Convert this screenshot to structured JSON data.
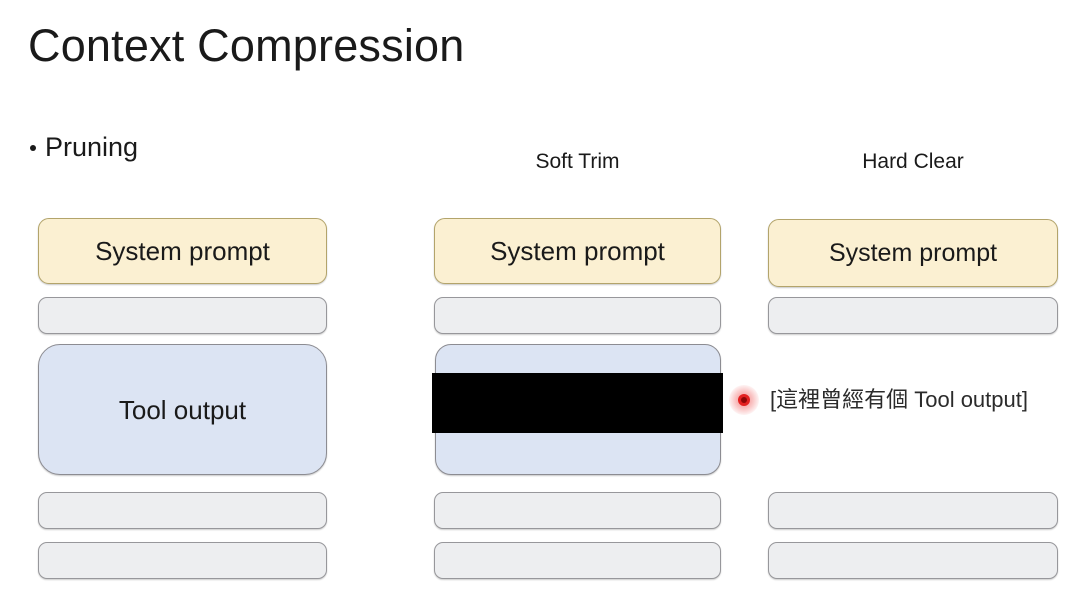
{
  "slide": {
    "title": "Context Compression",
    "bullet": "Pruning"
  },
  "columns": [
    {
      "id": "pruning",
      "heading": "",
      "rows": [
        {
          "kind": "system-prompt",
          "label": "System prompt"
        },
        {
          "kind": "placeholder",
          "label": ""
        },
        {
          "kind": "tool-output",
          "label": "Tool output"
        },
        {
          "kind": "placeholder",
          "label": ""
        },
        {
          "kind": "placeholder",
          "label": ""
        }
      ]
    },
    {
      "id": "soft-trim",
      "heading": "Soft Trim",
      "rows": [
        {
          "kind": "system-prompt",
          "label": "System prompt"
        },
        {
          "kind": "placeholder",
          "label": ""
        },
        {
          "kind": "tool-output-redacted",
          "label": ""
        },
        {
          "kind": "placeholder",
          "label": ""
        },
        {
          "kind": "placeholder",
          "label": ""
        }
      ]
    },
    {
      "id": "hard-clear",
      "heading": "Hard Clear",
      "rows": [
        {
          "kind": "system-prompt",
          "label": "System prompt"
        },
        {
          "kind": "placeholder",
          "label": ""
        },
        {
          "kind": "removed-note",
          "label": "[這裡曾經有個 Tool output]"
        },
        {
          "kind": "placeholder",
          "label": ""
        },
        {
          "kind": "placeholder",
          "label": ""
        }
      ]
    }
  ],
  "annotation": {
    "marker": "red-dot-marker",
    "text": "[這裡曾經有個 Tool output]"
  },
  "colors": {
    "system_prompt_fill": "#FBF0D2",
    "system_prompt_border": "#B3A46B",
    "tool_output_fill": "#DCE4F3",
    "tool_output_border": "#8C8C92",
    "placeholder_fill": "#EDEEF0",
    "placeholder_border": "#97979B",
    "redaction": "#000000",
    "marker_red": "#E32020",
    "background": "#FFFFFF",
    "text": "#1A1A1A"
  }
}
